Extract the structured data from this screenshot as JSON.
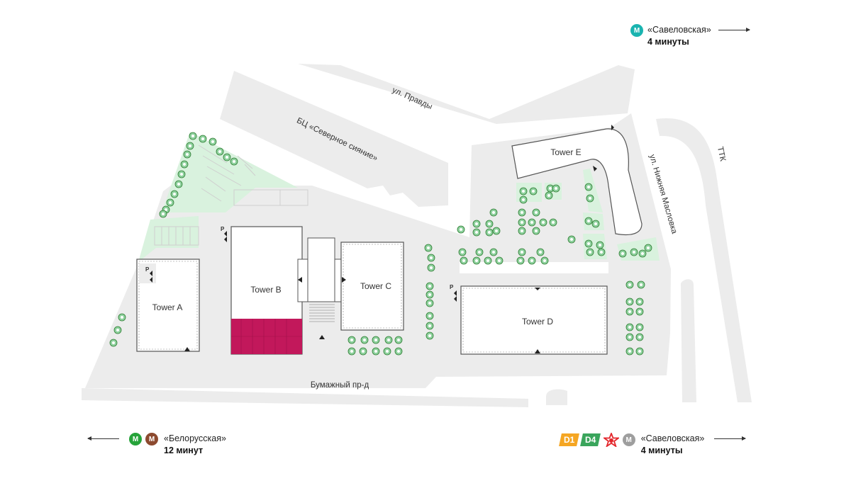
{
  "colors": {
    "ground": "#ececec",
    "green": "#d9f2de",
    "building_outline": "#555555",
    "highlight": "#c2185b",
    "metro_teal": "#1ab4b0",
    "metro_green": "#26a33a",
    "metro_brown": "#8c4a2f",
    "d1_orange": "#f5a623",
    "d4_green": "#3aa55c",
    "mcd_red": "#e3262b",
    "metro_gray": "#9e9e9e"
  },
  "towers": {
    "a": "Tower A",
    "b": "Tower B",
    "c": "Tower C",
    "d": "Tower D",
    "e": "Tower E"
  },
  "streets": {
    "pravdy": "ул. Правды",
    "bc": "БЦ «Северное сияние»",
    "maslovka": "ул. Нижняя Масловка",
    "ttk": "ТТК",
    "bumazhny": "Бумажный пр-д"
  },
  "parking_label": "P",
  "metro_top": {
    "icon": "metro-icon",
    "badge": "М",
    "station": "«Савеловская»",
    "time": "4 минуты"
  },
  "metro_bottom_left": {
    "badges": [
      "М",
      "М"
    ],
    "station": "«Белорусская»",
    "time": "12 минут"
  },
  "metro_bottom_right": {
    "d1": "D1",
    "d4": "D4",
    "badge": "М",
    "station": "«Савеловская»",
    "time": "4 минуты"
  }
}
